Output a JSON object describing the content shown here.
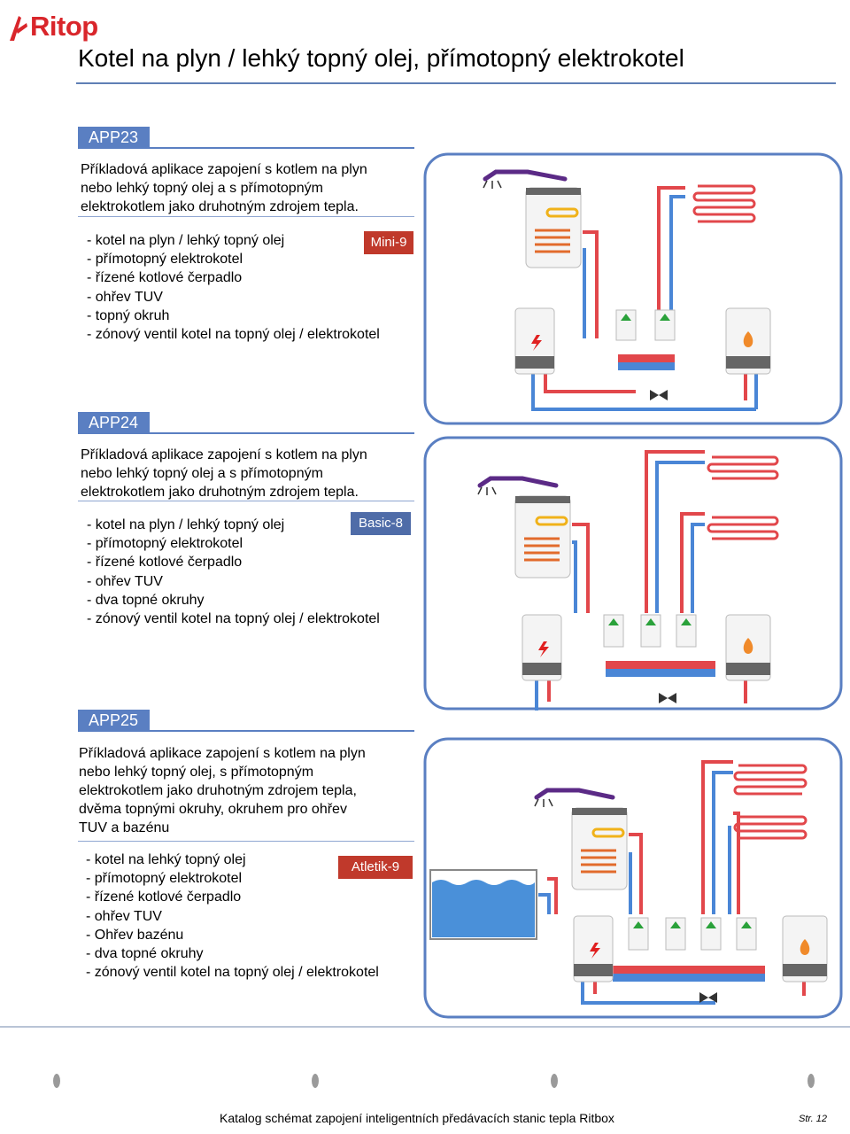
{
  "brand": {
    "name": "Ritop",
    "color": "#d9262b"
  },
  "page_title": "Kotel na plyn / lehký topný olej, přímotopný elektrokotel",
  "sections": [
    {
      "tab": "APP23",
      "description": [
        "Příkladová aplikace zapojení s kotlem na plyn",
        "nebo lehký topný olej a s přímotopným",
        "elektrokotlem jako druhotným zdrojem tepla."
      ],
      "features": [
        "- kotel na plyn / lehký topný olej",
        "- přímotopný elektrokotel",
        "- řízené kotlové čerpadlo",
        "- ohřev TUV",
        "- topný okruh",
        "- zónový ventil kotel na topný olej / elektrokotel"
      ],
      "badge": "Mini-9",
      "badge_color": "#c0392b"
    },
    {
      "tab": "APP24",
      "description": [
        "Příkladová aplikace zapojení s kotlem na plyn",
        "nebo lehký topný olej a s přímotopným",
        "elektrokotlem jako druhotným zdrojem tepla."
      ],
      "features": [
        "- kotel na plyn / lehký topný olej",
        "- přímotopný elektrokotel",
        "- řízené kotlové čerpadlo",
        "- ohřev TUV",
        "- dva topné okruhy",
        "- zónový ventil kotel na topný olej / elektrokotel"
      ],
      "badge": "Basic-8",
      "badge_color": "#4f6ca8"
    },
    {
      "tab": "APP25",
      "description": [
        "Příkladová aplikace zapojení s kotlem na plyn",
        "nebo lehký topný olej, s přímotopným",
        "elektrokotlem jako druhotným zdrojem tepla,",
        "dvěma topnými okruhy, okruhem pro ohřev",
        "TUV a bazénu"
      ],
      "features": [
        "- kotel na lehký topný olej",
        "- přímotopný elektrokotel",
        "- řízené kotlové čerpadlo",
        "- ohřev TUV",
        "- Ohřev bazénu",
        "- dva topné okruhy",
        "- zónový ventil kotel na topný olej / elektrokotel"
      ],
      "badge": "Atletik-9",
      "badge_color": "#c0392b"
    }
  ],
  "footer": {
    "catalog": "Katalog schémat zapojení inteligentních předávacích stanic tepla Ritbox",
    "page": "Str. 12"
  },
  "icons": [
    "ritop-logo-icon",
    "shower-icon",
    "boiler-icon",
    "pump-icon",
    "valve-icon",
    "flame-icon",
    "lightning-icon",
    "radiator-icon",
    "pool-icon"
  ],
  "colors": {
    "accent": "#5a7fc2",
    "pipe_hot": "#e2474b",
    "pipe_cold": "#4a86d6",
    "tank": "#5b2a86"
  }
}
